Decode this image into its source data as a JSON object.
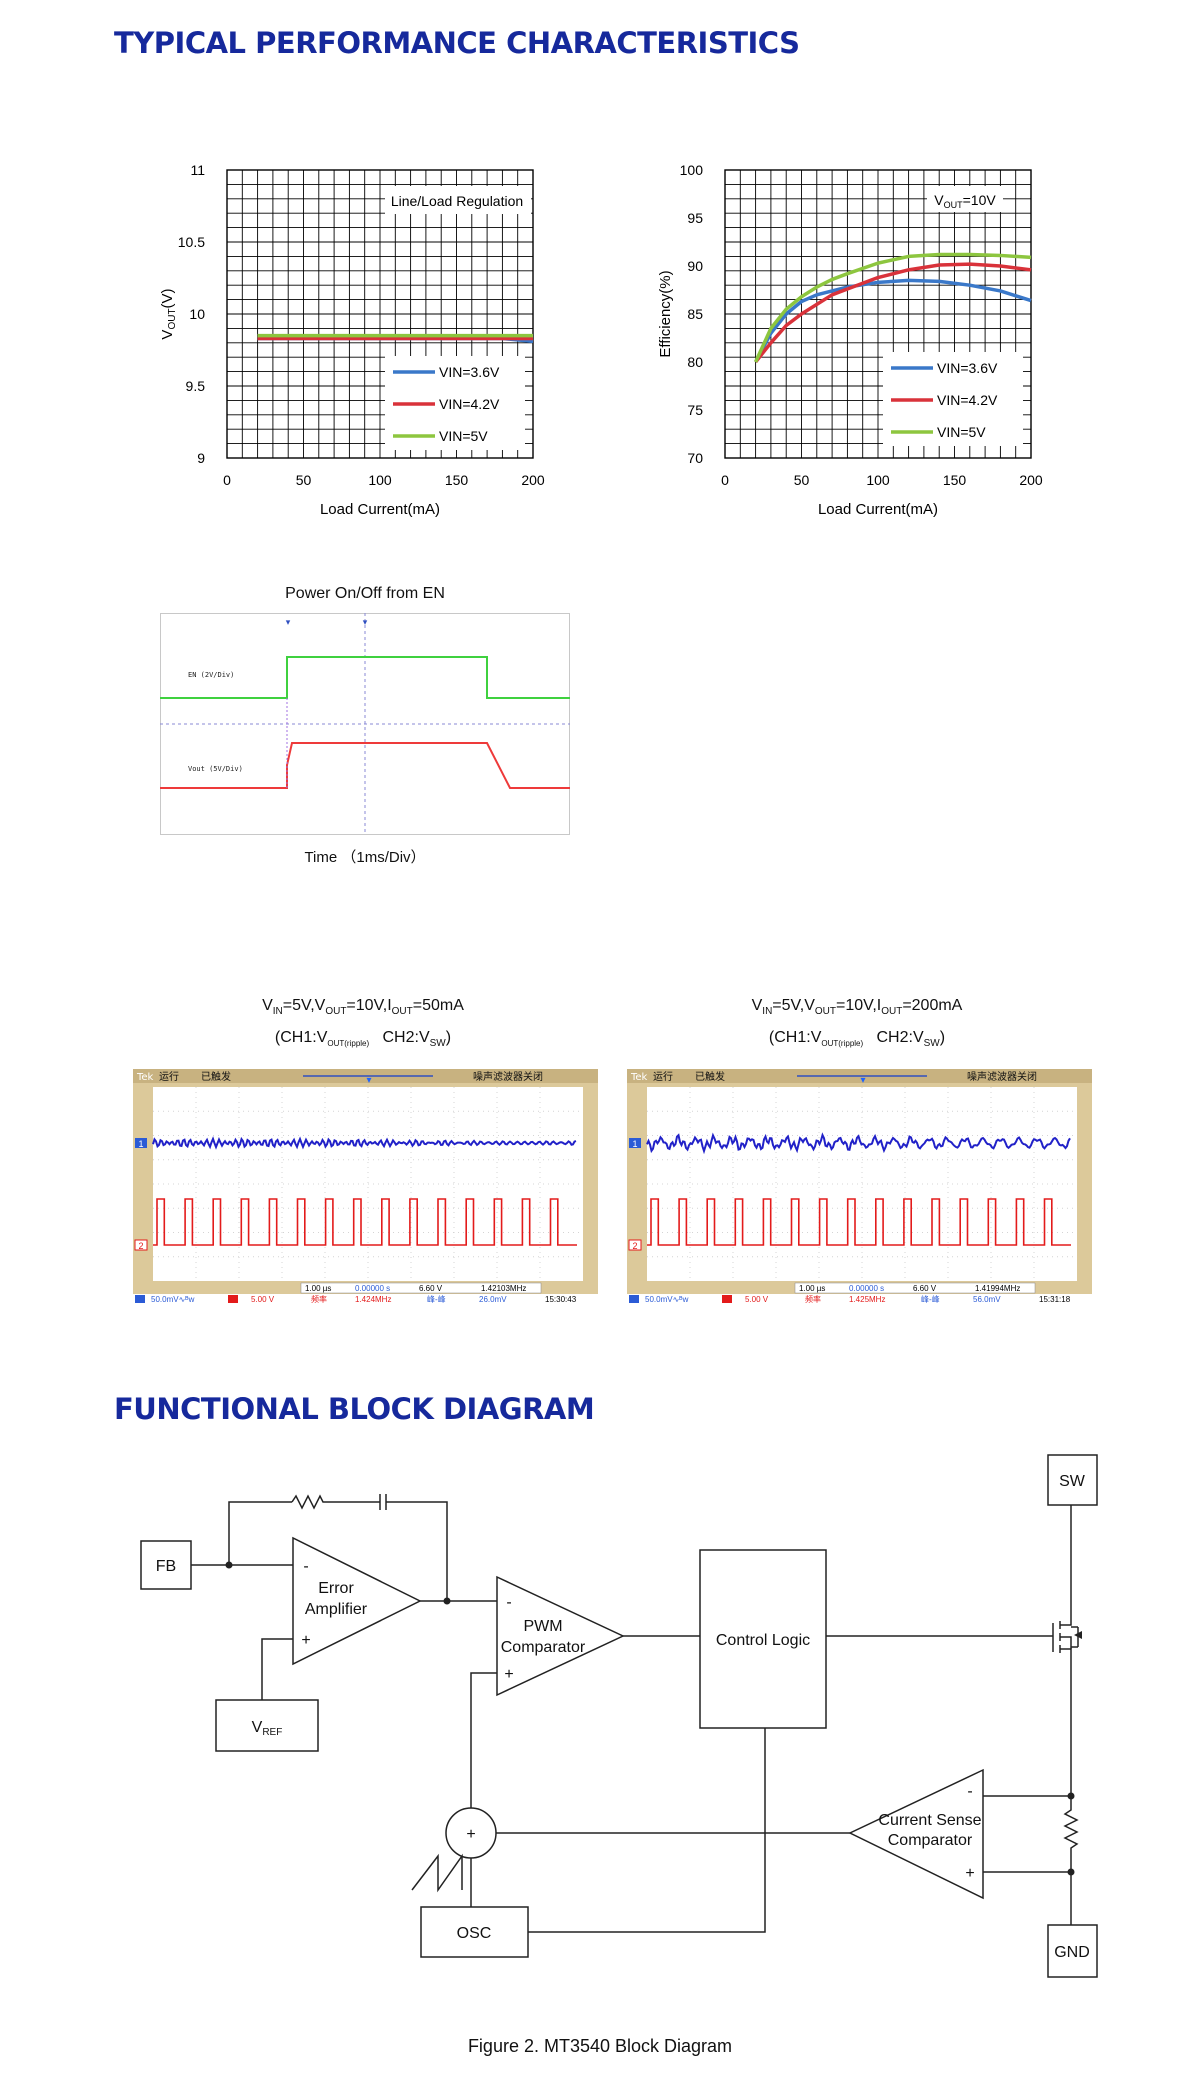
{
  "headings": {
    "perf": "TYPICAL PERFORMANCE CHARACTERISTICS",
    "block": "FUNCTIONAL BLOCK DIAGRAM"
  },
  "colors": {
    "heading": "#16299c",
    "vin36": "#3a78c9",
    "vin42": "#d9323a",
    "vin5": "#8dc63f",
    "scope_ch1": "#2121c8",
    "scope_ch2": "#e31b1b"
  },
  "chart_data": [
    {
      "type": "line",
      "title": "Line/Load Regulation",
      "xlabel": "Load Current(mA)",
      "ylabel": "VOUT(V)",
      "xlim": [
        0,
        200
      ],
      "ylim": [
        9,
        11
      ],
      "xticks": [
        "0",
        "50",
        "100",
        "150",
        "200"
      ],
      "yticks": [
        "9",
        "9.5",
        "10",
        "10.5",
        "11"
      ],
      "grid": true,
      "legend_position": "bottom-right",
      "series": [
        {
          "name": "VIN=3.6V",
          "color": "#3a78c9",
          "x": [
            20,
            50,
            100,
            150,
            180,
            200
          ],
          "y": [
            9.83,
            9.83,
            9.83,
            9.83,
            9.83,
            9.81
          ]
        },
        {
          "name": "VIN=4.2V",
          "color": "#d9323a",
          "x": [
            20,
            50,
            100,
            150,
            200
          ],
          "y": [
            9.83,
            9.83,
            9.83,
            9.83,
            9.83
          ]
        },
        {
          "name": "VIN=5V",
          "color": "#8dc63f",
          "x": [
            20,
            50,
            100,
            150,
            200
          ],
          "y": [
            9.85,
            9.85,
            9.85,
            9.85,
            9.85
          ]
        }
      ]
    },
    {
      "type": "line",
      "title": "VOUT=10V",
      "xlabel": "Load Current(mA)",
      "ylabel": "Efficiency(%)",
      "xlim": [
        0,
        200
      ],
      "ylim": [
        70,
        100
      ],
      "xticks": [
        "0",
        "50",
        "100",
        "150",
        "200"
      ],
      "yticks": [
        "70",
        "75",
        "80",
        "85",
        "90",
        "95",
        "100"
      ],
      "grid": true,
      "legend_position": "bottom-right",
      "series": [
        {
          "name": "VIN=3.6V",
          "color": "#3a78c9",
          "x": [
            20,
            30,
            40,
            50,
            60,
            70,
            80,
            100,
            120,
            140,
            160,
            180,
            200
          ],
          "y": [
            80,
            83,
            85,
            86.3,
            87,
            87.4,
            87.8,
            88.3,
            88.5,
            88.4,
            88,
            87.4,
            86.4
          ]
        },
        {
          "name": "VIN=4.2V",
          "color": "#d9323a",
          "x": [
            20,
            30,
            40,
            50,
            60,
            70,
            80,
            100,
            120,
            140,
            160,
            180,
            200
          ],
          "y": [
            80,
            82,
            83.8,
            85,
            86,
            87,
            87.6,
            88.8,
            89.6,
            90.1,
            90.2,
            90,
            89.6
          ]
        },
        {
          "name": "VIN=5V",
          "color": "#8dc63f",
          "x": [
            20,
            30,
            40,
            50,
            60,
            70,
            80,
            100,
            120,
            140,
            160,
            180,
            200
          ],
          "y": [
            80,
            83.5,
            85.5,
            86.8,
            87.8,
            88.6,
            89.2,
            90.3,
            91,
            91.2,
            91.2,
            91.1,
            90.9
          ]
        }
      ]
    }
  ],
  "scope_en": {
    "title": "Power On/Off from EN",
    "ch1_label": "EN  (2V/Div)",
    "ch2_label": "Vout  (5V/Div)",
    "time_label": "Time  （1ms/Div）"
  },
  "scope_ripple": [
    {
      "title_line1": "VIN=5V,VOUT=10V,IOUT=50mA",
      "title_line2": "(CH1:VOUT(ripple)   CH2:VSW)",
      "header": [
        "Tek",
        "运行",
        "已触发",
        "噪声滤波器关闭"
      ],
      "timebase": "1.00 µs",
      "trig_pos": "0.00000 s",
      "trig_level": "6.60 V",
      "freq_top": "1.42103MHz",
      "ch1": "50.0mV∿ᴮw",
      "ch2": "5.00 V",
      "meas1_label": "频率",
      "meas1_value": "1.424MHz",
      "meas2_label": "峰-峰",
      "meas2_value": "26.0mV",
      "time": "15:30:43"
    },
    {
      "title_line1": "VIN=5V,VOUT=10V,IOUT=200mA",
      "title_line2": "(CH1:VOUT(ripple)   CH2:VSW)",
      "header": [
        "Tek",
        "运行",
        "已触发",
        "噪声滤波器关闭"
      ],
      "timebase": "1.00 µs",
      "trig_pos": "0.00000 s",
      "trig_level": "6.60 V",
      "freq_top": "1.41994MHz",
      "ch1": "50.0mV∿ᴮw",
      "ch2": "5.00 V",
      "meas1_label": "频率",
      "meas1_value": "1.425MHz",
      "meas2_label": "峰-峰",
      "meas2_value": "56.0mV",
      "time": "15:31:18"
    }
  ],
  "block_diagram": {
    "fb": "FB",
    "vref": "VREF",
    "error_amp": [
      "Error",
      "Amplifier"
    ],
    "pwm": [
      "PWM",
      "Comparator"
    ],
    "control_logic": "Control Logic",
    "current_sense": [
      "Current Sense",
      "Comparator"
    ],
    "osc": "OSC",
    "sw": "SW",
    "gnd": "GND",
    "plus": "+",
    "minus": "-",
    "caption": "Figure 2. MT3540 Block Diagram"
  }
}
